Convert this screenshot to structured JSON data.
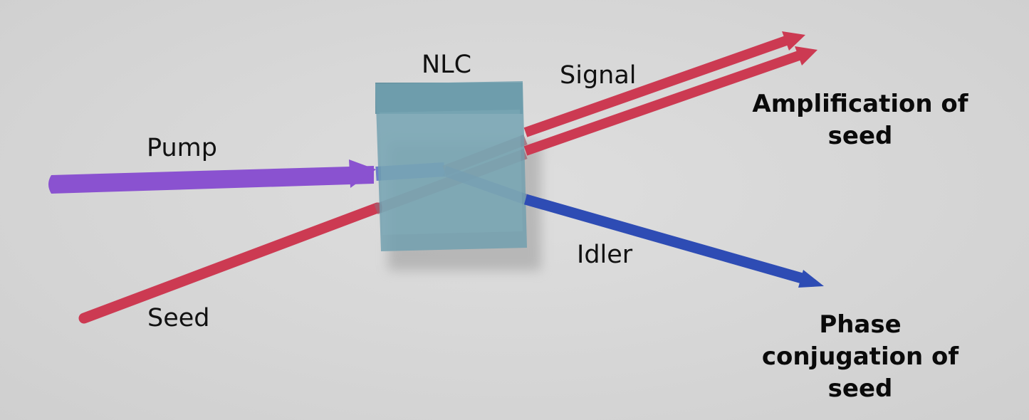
{
  "labels": {
    "nlc": "NLC",
    "signal": "Signal",
    "pump": "Pump",
    "idler": "Idler",
    "seed": "Seed"
  },
  "outcomes": {
    "amplification": [
      "Amplification of",
      "seed"
    ],
    "phase_conjugation": [
      "Phase",
      "conjugation of",
      "seed"
    ]
  },
  "colors": {
    "pump": "#8a52d0",
    "seed_signal": "#cc3a52",
    "idler": "#2e4cb4",
    "crystal": "#6f9fae",
    "background": "#d8d8d8"
  }
}
